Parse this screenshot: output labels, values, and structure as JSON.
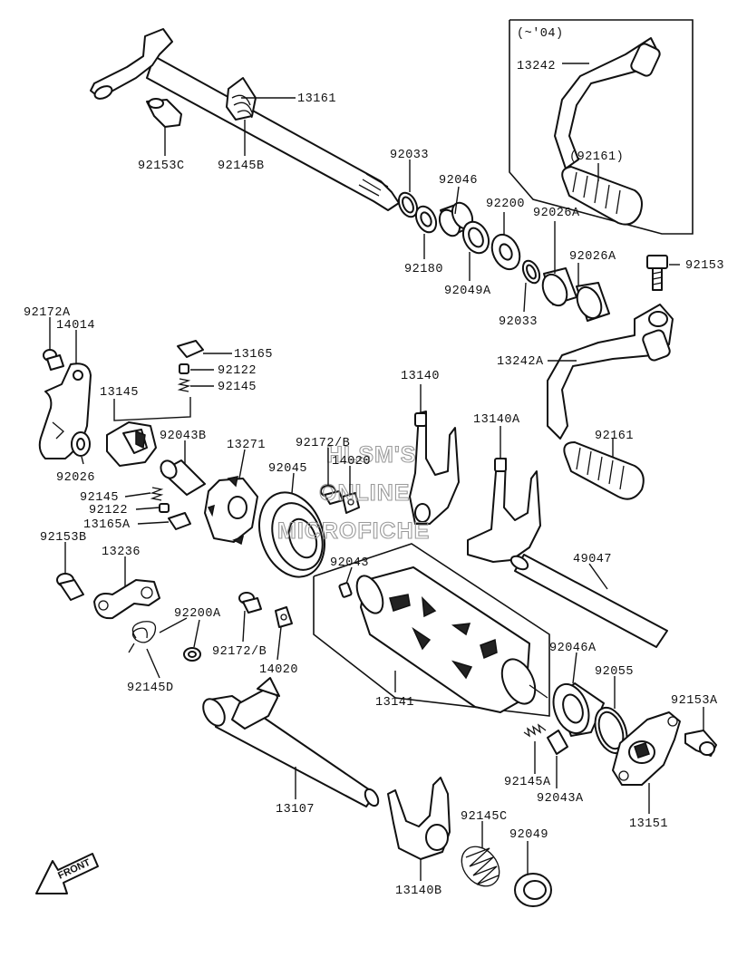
{
  "inset_label": "(~'04)",
  "watermark": {
    "line1": "HLSM'S",
    "line2": "ONLINE",
    "line3": "MICROFICHE"
  },
  "front_label": "FRONT",
  "parts": {
    "p13161": "13161",
    "p92153C": "92153C",
    "p92145B": "92145B",
    "p92033_top": "92033",
    "p92046": "92046",
    "p92180": "92180",
    "p92200": "92200",
    "p92049A": "92049A",
    "p92026A_1": "92026A",
    "p92026A_2": "92026A",
    "p92033_low": "92033",
    "p92153": "92153",
    "p13242": "13242",
    "p92161_paren": "(92161)",
    "p13242A": "13242A",
    "p92161": "92161",
    "p92172A": "92172A",
    "p14014": "14014",
    "p13165": "13165",
    "p92122_top": "92122",
    "p92145_top": "92145",
    "p13145": "13145",
    "p92043B": "92043B",
    "p13271": "13271",
    "p92172B_top": "92172/B",
    "p14020_top": "14020",
    "p92045": "92045",
    "p13140": "13140",
    "p13140A": "13140A",
    "p92026": "92026",
    "p92145_mid": "92145",
    "p92122_mid": "92122",
    "p13165A": "13165A",
    "p92153B": "92153B",
    "p13236": "13236",
    "p92043": "92043",
    "p49047": "49047",
    "p92200A": "92200A",
    "p92172B_low": "92172/B",
    "p14020_low": "14020",
    "p92145D": "92145D",
    "p13141": "13141",
    "p92046A": "92046A",
    "p92055": "92055",
    "p92153A": "92153A",
    "p92145A": "92145A",
    "p92043A": "92043A",
    "p13151": "13151",
    "p13107": "13107",
    "p92145C": "92145C",
    "p92049": "92049",
    "p13140B": "13140B"
  }
}
